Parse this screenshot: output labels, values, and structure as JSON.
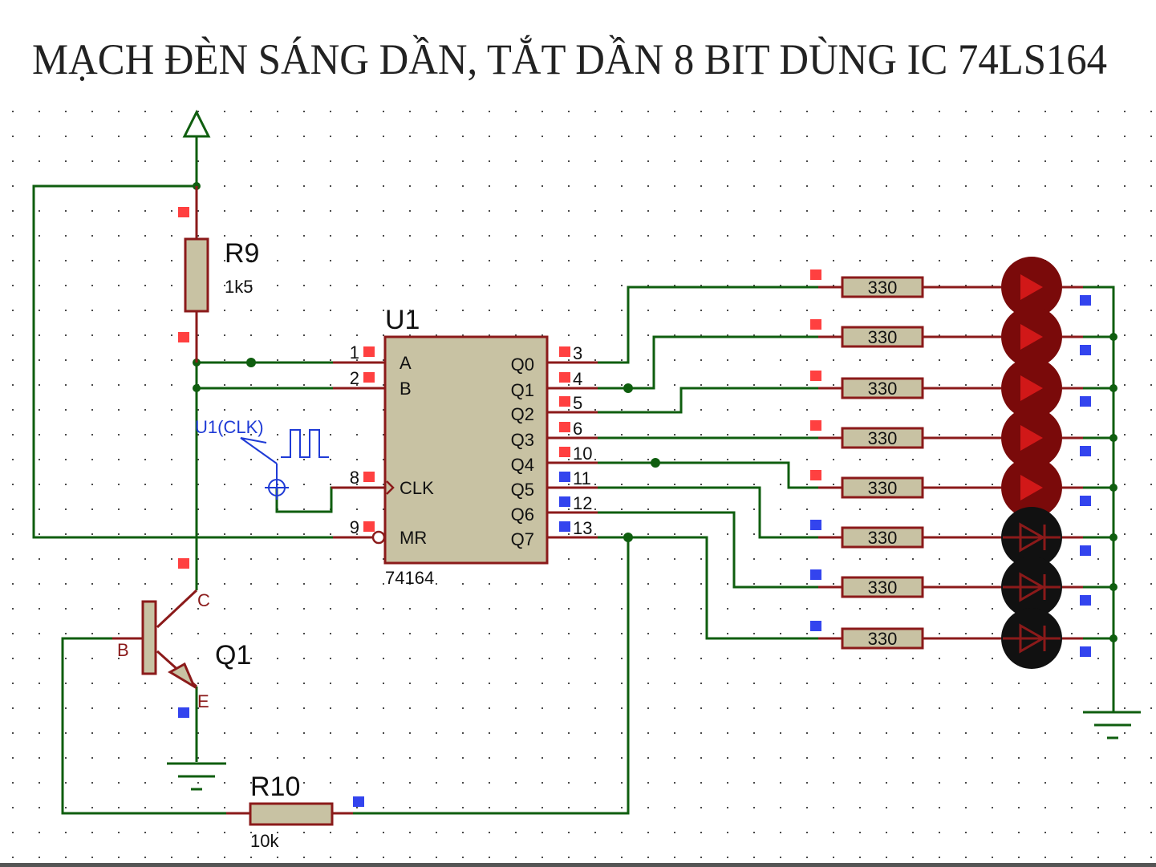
{
  "title": "MẠCH ĐÈN SÁNG DẦN, TẮT DẦN 8 BIT DÙNG IC 74LS164",
  "colors": {
    "wire": "#0f5e0f",
    "lead": "#8b1a1a",
    "body": "#c8c2a3",
    "led_on": "#d11818",
    "led_on_body": "#7a0a0a",
    "led_off": "#111111",
    "probe_high": "#ff4040",
    "probe_low": "#3344ee",
    "generator": "#1f3bd6"
  },
  "ic": {
    "ref": "U1",
    "part": "74164",
    "left_pins": [
      {
        "number": "1",
        "name": "A",
        "state": "high"
      },
      {
        "number": "2",
        "name": "B",
        "state": "high"
      },
      {
        "number": "8",
        "name": "CLK",
        "state": "high"
      },
      {
        "number": "9",
        "name": "MR",
        "state": "high"
      }
    ],
    "right_pins": [
      {
        "number": "3",
        "name": "Q0",
        "state": "high"
      },
      {
        "number": "4",
        "name": "Q1",
        "state": "high"
      },
      {
        "number": "5",
        "name": "Q2",
        "state": "high"
      },
      {
        "number": "6",
        "name": "Q3",
        "state": "high"
      },
      {
        "number": "10",
        "name": "Q4",
        "state": "high"
      },
      {
        "number": "11",
        "name": "Q5",
        "state": "low"
      },
      {
        "number": "12",
        "name": "Q6",
        "state": "low"
      },
      {
        "number": "13",
        "name": "Q7",
        "state": "low"
      }
    ]
  },
  "r9": {
    "ref": "R9",
    "value": "1k5"
  },
  "r10": {
    "ref": "R10",
    "value": "10k"
  },
  "transistor": {
    "ref": "Q1",
    "pins": {
      "b": "B",
      "c": "C",
      "e": "E"
    }
  },
  "clock": {
    "label": "U1(CLK)"
  },
  "led_rows": [
    {
      "resistor": "330",
      "on": true
    },
    {
      "resistor": "330",
      "on": true
    },
    {
      "resistor": "330",
      "on": true
    },
    {
      "resistor": "330",
      "on": true
    },
    {
      "resistor": "330",
      "on": true
    },
    {
      "resistor": "330",
      "on": false
    },
    {
      "resistor": "330",
      "on": false
    },
    {
      "resistor": "330",
      "on": false
    }
  ]
}
